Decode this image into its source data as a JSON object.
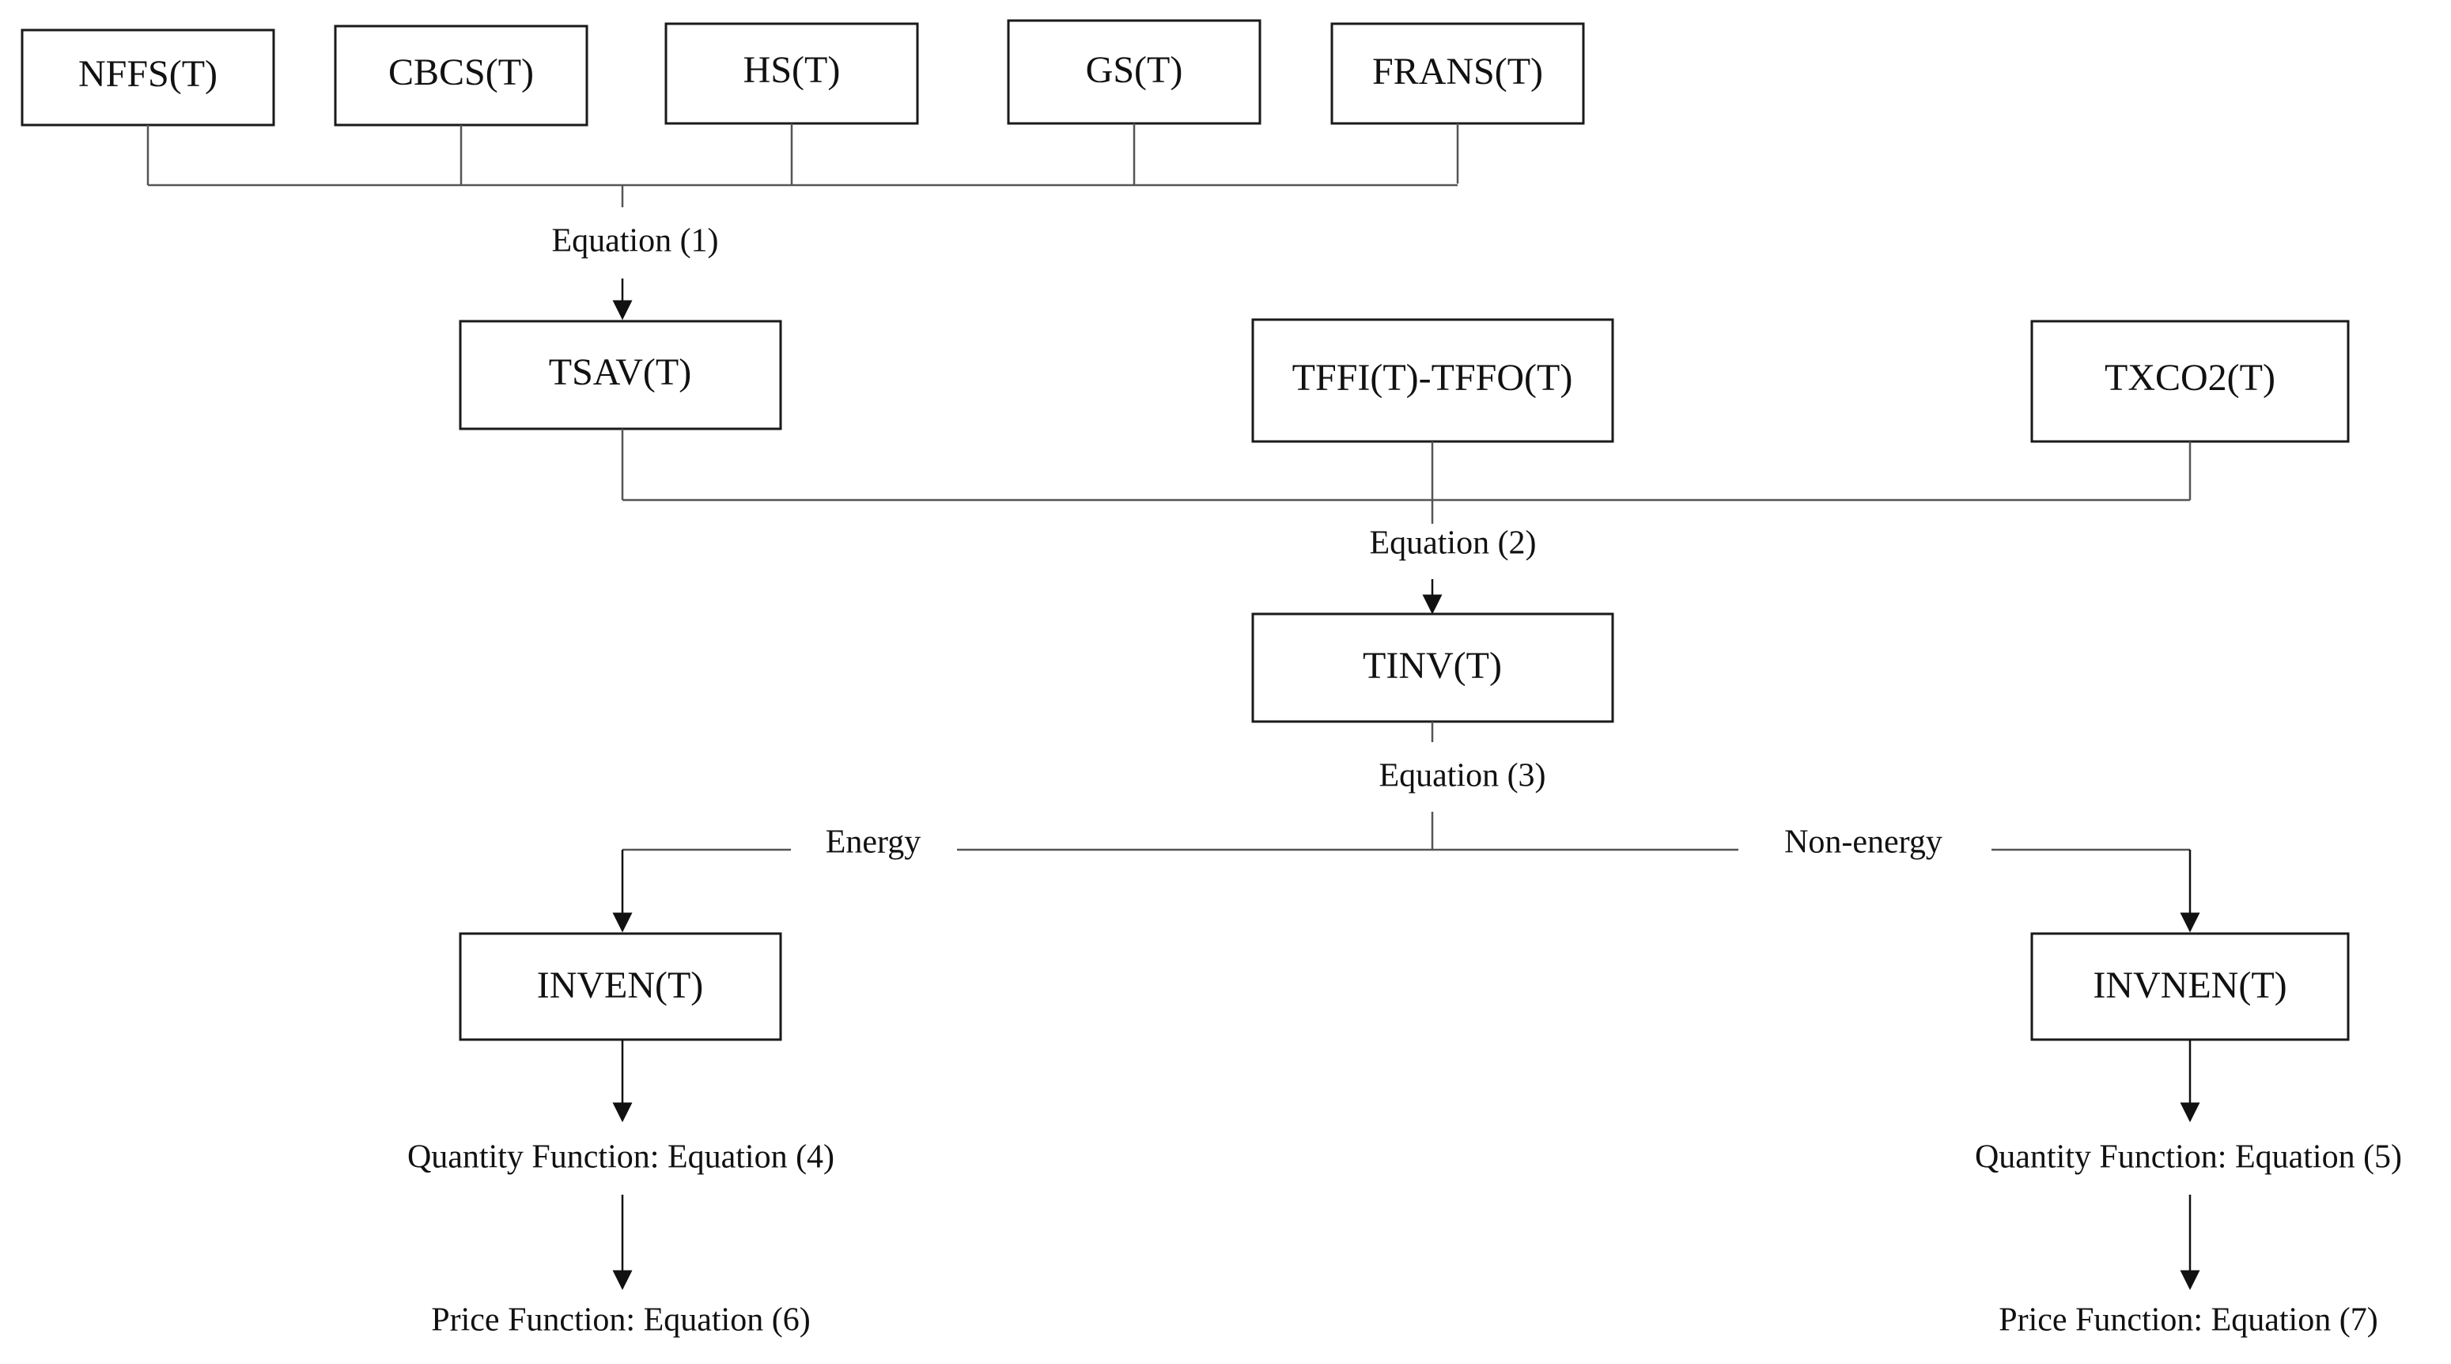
{
  "nodes": {
    "nffs": "NFFS(T)",
    "cbcs": "CBCS(T)",
    "hs": "HS(T)",
    "gs": "GS(T)",
    "frans": "FRANS(T)",
    "tsav": "TSAV(T)",
    "tffi_tffo": "TFFI(T)-TFFO(T)",
    "txco2": "TXCO2(T)",
    "tinv": "TINV(T)",
    "inven": "INVEN(T)",
    "invnen": "INVNEN(T)"
  },
  "labels": {
    "eq1": "Equation (1)",
    "eq2": "Equation (2)",
    "eq3": "Equation (3)",
    "energy": "Energy",
    "non_energy": "Non-energy",
    "qty_energy": "Quantity Function: Equation (4)",
    "qty_non_energy": "Quantity Function: Equation (5)",
    "price_energy": "Price Function: Equation (6)",
    "price_non_energy": "Price Function: Equation (7)"
  }
}
